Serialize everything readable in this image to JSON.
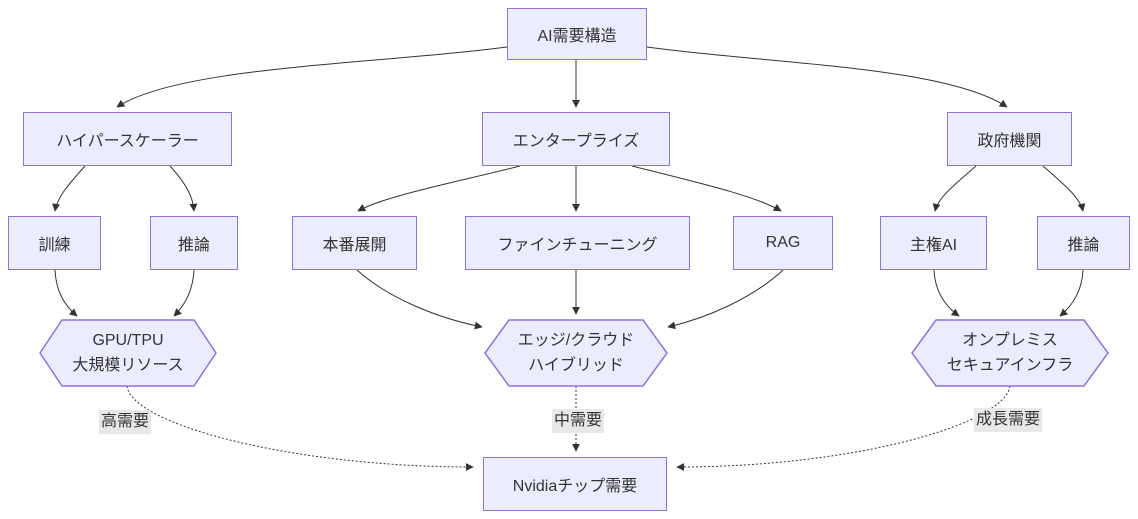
{
  "diagram_type": "flowchart",
  "nodes": {
    "root": {
      "label": "AI需要構造"
    },
    "hyperscaler": {
      "label": "ハイパースケーラー"
    },
    "enterprise": {
      "label": "エンタープライズ"
    },
    "government": {
      "label": "政府機関"
    },
    "training": {
      "label": "訓練"
    },
    "inference_hyperscaler": {
      "label": "推論"
    },
    "production_deploy": {
      "label": "本番展開"
    },
    "fine_tuning": {
      "label": "ファインチューニング"
    },
    "rag": {
      "label": "RAG"
    },
    "sovereign_ai": {
      "label": "主権AI"
    },
    "inference_government": {
      "label": "推論"
    },
    "gpu_tpu": {
      "line1": "GPU/TPU",
      "line2": "大規模リソース"
    },
    "edge_cloud": {
      "line1": "エッジ/クラウド",
      "line2": "ハイブリッド"
    },
    "onprem_secure": {
      "line1": "オンプレミス",
      "line2": "セキュアインフラ"
    },
    "nvidia_demand": {
      "label": "Nvidiaチップ需要"
    }
  },
  "edge_labels": {
    "high": "高需要",
    "medium": "中需要",
    "growth": "成長需要"
  },
  "connections": [
    {
      "from": "AI需要構造",
      "to": "ハイパースケーラー",
      "style": "solid"
    },
    {
      "from": "AI需要構造",
      "to": "エンタープライズ",
      "style": "solid"
    },
    {
      "from": "AI需要構造",
      "to": "政府機関",
      "style": "solid"
    },
    {
      "from": "ハイパースケーラー",
      "to": "訓練",
      "style": "solid"
    },
    {
      "from": "ハイパースケーラー",
      "to": "推論",
      "style": "solid"
    },
    {
      "from": "エンタープライズ",
      "to": "本番展開",
      "style": "solid"
    },
    {
      "from": "エンタープライズ",
      "to": "ファインチューニング",
      "style": "solid"
    },
    {
      "from": "エンタープライズ",
      "to": "RAG",
      "style": "solid"
    },
    {
      "from": "政府機関",
      "to": "主権AI",
      "style": "solid"
    },
    {
      "from": "政府機関",
      "to": "推論",
      "style": "solid"
    },
    {
      "from": "訓練",
      "to": "GPU/TPU 大規模リソース",
      "style": "solid"
    },
    {
      "from": "推論",
      "to": "GPU/TPU 大規模リソース",
      "style": "solid"
    },
    {
      "from": "本番展開",
      "to": "エッジ/クラウド ハイブリッド",
      "style": "solid"
    },
    {
      "from": "ファインチューニング",
      "to": "エッジ/クラウド ハイブリッド",
      "style": "solid"
    },
    {
      "from": "RAG",
      "to": "エッジ/クラウド ハイブリッド",
      "style": "solid"
    },
    {
      "from": "主権AI",
      "to": "オンプレミス セキュアインフラ",
      "style": "solid"
    },
    {
      "from": "推論",
      "to": "オンプレミス セキュアインフラ",
      "style": "solid"
    },
    {
      "from": "GPU/TPU 大規模リソース",
      "to": "Nvidiaチップ需要",
      "style": "dotted",
      "label": "高需要"
    },
    {
      "from": "エッジ/クラウド ハイブリッド",
      "to": "Nvidiaチップ需要",
      "style": "dotted",
      "label": "中需要"
    },
    {
      "from": "オンプレミス セキュアインフラ",
      "to": "Nvidiaチップ需要",
      "style": "dotted",
      "label": "成長需要"
    }
  ],
  "colors": {
    "node_fill": "#ECECFF",
    "node_border": "#9370DB",
    "edge_stroke": "#333333",
    "text": "#333333",
    "edge_label_bg": "#e8e8e8",
    "background": "#ffffff"
  }
}
